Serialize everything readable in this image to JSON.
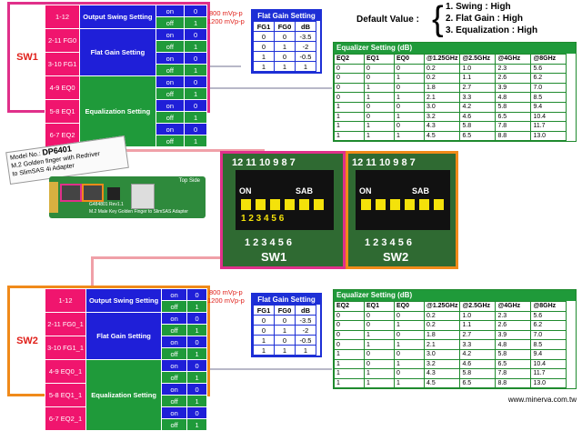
{
  "sw1": {
    "label": "SW1",
    "rows": [
      {
        "pins": "1-12",
        "group": "Output Swing Setting",
        "val": "on",
        "bit": "0",
        "state": "on"
      },
      {
        "pins": "",
        "group": "",
        "val": "off",
        "bit": "1",
        "state": "off"
      },
      {
        "pins": "2-11 FG0",
        "group": "Flat Gain Setting",
        "val": "on",
        "bit": "0",
        "state": "on"
      },
      {
        "pins": "",
        "group": "",
        "val": "off",
        "bit": "1",
        "state": "off"
      },
      {
        "pins": "3-10 FG1",
        "group": "",
        "val": "on",
        "bit": "0",
        "state": "on"
      },
      {
        "pins": "",
        "group": "",
        "val": "off",
        "bit": "1",
        "state": "off"
      },
      {
        "pins": "4-9 EQ0",
        "group": "Equalization Setting",
        "val": "on",
        "bit": "0",
        "state": "on"
      },
      {
        "pins": "",
        "group": "",
        "val": "off",
        "bit": "1",
        "state": "off"
      },
      {
        "pins": "5-8 EQ1",
        "group": "",
        "val": "on",
        "bit": "0",
        "state": "on"
      },
      {
        "pins": "",
        "group": "",
        "val": "off",
        "bit": "1",
        "state": "off"
      },
      {
        "pins": "6-7 EQ2",
        "group": "",
        "val": "on",
        "bit": "0",
        "state": "on"
      },
      {
        "pins": "",
        "group": "",
        "val": "off",
        "bit": "1",
        "state": "off"
      }
    ]
  },
  "sw2": {
    "label": "SW2",
    "rows": [
      {
        "pins": "1-12",
        "group": "Output Swing Setting",
        "val": "on",
        "bit": "0",
        "state": "on"
      },
      {
        "pins": "",
        "group": "",
        "val": "off",
        "bit": "1",
        "state": "off"
      },
      {
        "pins": "2-11 FG0_1",
        "group": "Flat Gain Setting",
        "val": "on",
        "bit": "0",
        "state": "on"
      },
      {
        "pins": "",
        "group": "",
        "val": "off",
        "bit": "1",
        "state": "off"
      },
      {
        "pins": "3-10 FG1_1",
        "group": "",
        "val": "on",
        "bit": "0",
        "state": "on"
      },
      {
        "pins": "",
        "group": "",
        "val": "off",
        "bit": "1",
        "state": "off"
      },
      {
        "pins": "4-9 EQ0_1",
        "group": "Equalization Setting",
        "val": "on",
        "bit": "0",
        "state": "on"
      },
      {
        "pins": "",
        "group": "",
        "val": "off",
        "bit": "1",
        "state": "off"
      },
      {
        "pins": "5-8 EQ1_1",
        "group": "",
        "val": "on",
        "bit": "0",
        "state": "on"
      },
      {
        "pins": "",
        "group": "",
        "val": "off",
        "bit": "1",
        "state": "off"
      },
      {
        "pins": "6-7 EQ2_1",
        "group": "",
        "val": "on",
        "bit": "0",
        "state": "on"
      },
      {
        "pins": "",
        "group": "",
        "val": "off",
        "bit": "1",
        "state": "off"
      }
    ]
  },
  "swing": {
    "top": "800 mVp-p",
    "bottom": "1200 mVp-p"
  },
  "flat_gain": {
    "title": "Flat Gain Setting",
    "rows": [
      [
        "FG1",
        "FG0",
        "dB"
      ],
      [
        "0",
        "0",
        "-3.5"
      ],
      [
        "0",
        "1",
        "-2"
      ],
      [
        "1",
        "0",
        "-0.5"
      ],
      [
        "1",
        "1",
        "1"
      ]
    ]
  },
  "default": {
    "label": "Default Value :",
    "items": [
      "1. Swing : High",
      "2. Flat Gain : High",
      "3. Equalization : High"
    ]
  },
  "eq": {
    "title": "Equalizer Setting (dB)",
    "rows": [
      [
        "EQ2",
        "EQ1",
        "EQ0",
        "@1.25GHz",
        "@2.5GHz",
        "@4GHz",
        "@8GHz"
      ],
      [
        "0",
        "0",
        "0",
        "0.2",
        "1.0",
        "2.3",
        "5.6"
      ],
      [
        "0",
        "0",
        "1",
        "0.2",
        "1.1",
        "2.6",
        "6.2"
      ],
      [
        "0",
        "1",
        "0",
        "1.8",
        "2.7",
        "3.9",
        "7.0"
      ],
      [
        "0",
        "1",
        "1",
        "2.1",
        "3.3",
        "4.8",
        "8.5"
      ],
      [
        "1",
        "0",
        "0",
        "3.0",
        "4.2",
        "5.8",
        "9.4"
      ],
      [
        "1",
        "0",
        "1",
        "3.2",
        "4.6",
        "6.5",
        "10.4"
      ],
      [
        "1",
        "1",
        "0",
        "4.3",
        "5.8",
        "7.8",
        "11.7"
      ],
      [
        "1",
        "1",
        "1",
        "4.5",
        "6.5",
        "8.8",
        "13.0"
      ]
    ]
  },
  "card": {
    "model_prefix": "Model No.:",
    "model": "DP6401",
    "desc1": "M.2 Golden finger with Redriver",
    "desc2": "to SlimSAS 4i Adapter",
    "top_side": "Top Side",
    "board_id": "G484801 Rev1.1",
    "board_desc": "M.2 Male Key Golden Finger to SlimSAS Adapter"
  },
  "switch1": {
    "label": "SW1",
    "on": "ON",
    "sab": "SAB",
    "top_nums": "12 11 10 9 8 7",
    "bottom_nums": "1 2 3 4 5 6"
  },
  "switch2": {
    "label": "SW2",
    "on": "ON",
    "sab": "SAB",
    "top_nums": "12 11 10 9 8 7",
    "bottom_nums": "1 2 3 4 5 6"
  },
  "footer": "www.minerva.com.tw",
  "colors": {
    "pink": "#e0308a",
    "orange": "#f08a1a",
    "blue": "#1f1fd8",
    "green": "#1f9a3a",
    "red": "#e0201a"
  }
}
